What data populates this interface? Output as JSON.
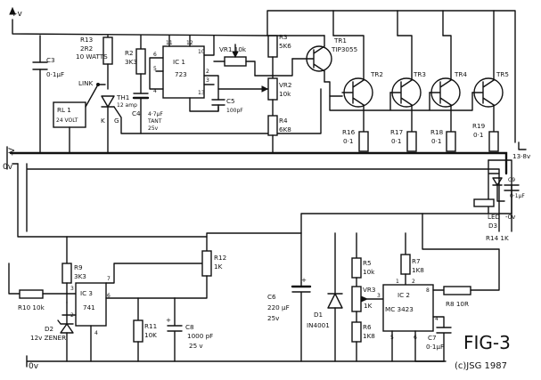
{
  "rails": {
    "plus": "+v",
    "minus": "-V",
    "zero": "0v",
    "bottom_zero": "0v"
  },
  "labels": {
    "c3": [
      "C3",
      "0·1µF"
    ],
    "r13": [
      "R13",
      "2R2",
      "10 WATTS"
    ],
    "link": "LINK",
    "rl1": [
      "RL 1",
      "24 VOLT"
    ],
    "r2": [
      "R2",
      "3K3"
    ],
    "thy": [
      "TH1",
      "12 amp"
    ],
    "k": "K",
    "g": "G",
    "c4": [
      "C4",
      "4·7µF",
      "TANT",
      "25v"
    ],
    "ic1": [
      "IC 1",
      "723"
    ],
    "vr1": "VR1 10k",
    "c5": [
      "C5",
      "100pF"
    ],
    "r3": [
      "R3",
      "5K6"
    ],
    "vr2": [
      "VR2",
      "10k"
    ],
    "r4": [
      "R4",
      "6K8"
    ],
    "tr1": [
      "TR1",
      "TIP3055"
    ],
    "tr2": "TR2",
    "tr3": "TR3",
    "tr4": "TR4",
    "tr5": "TR5",
    "r16": [
      "R16",
      "0·1"
    ],
    "r17": [
      "R17",
      "0·1"
    ],
    "r18": [
      "R18",
      "0·1"
    ],
    "r19": [
      "R19",
      "0·1"
    ],
    "out_plus": "13·8v",
    "c9": [
      "C9",
      "0·1µF"
    ],
    "led": [
      "LED",
      "D3"
    ],
    "out_minus": "-0v",
    "r14": "R14 1K",
    "r9": [
      "R9",
      "3K3"
    ],
    "r10": "R10 10k",
    "ic3": [
      "IC 3",
      "741"
    ],
    "d2": [
      "D2",
      "12v ZENER"
    ],
    "r11": [
      "R11",
      "10K"
    ],
    "c8": [
      "C8",
      "1000 pF",
      "25 v"
    ],
    "r12": [
      "R12",
      "1K"
    ],
    "c6": [
      "C6",
      "220 µF",
      "25v"
    ],
    "d1": [
      "D1",
      "IN4001"
    ],
    "r5": [
      "R5",
      "10k"
    ],
    "vr3": [
      "VR3",
      "1K"
    ],
    "r6": [
      "R6",
      "1K8"
    ],
    "r7": [
      "R7",
      "1K8"
    ],
    "ic2": [
      "IC 2",
      "MC 3423"
    ],
    "r8": "R8 10R",
    "c7": [
      "C7",
      "0·1µF"
    ],
    "fig": "FIG-3",
    "copyright": "(c)JSG 1987"
  }
}
